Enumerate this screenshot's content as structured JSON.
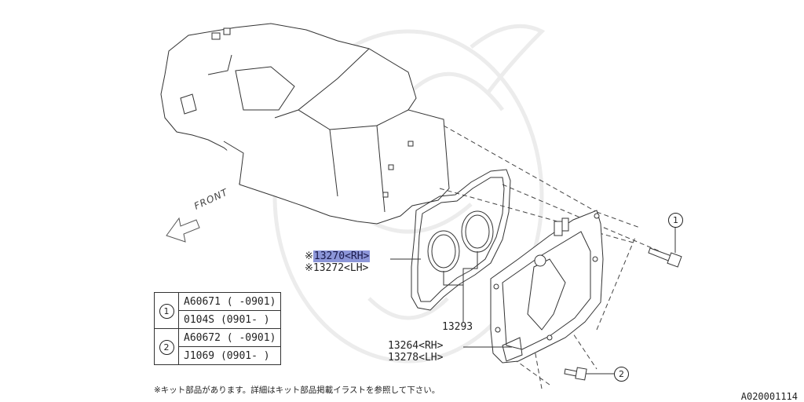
{
  "diagram": {
    "front_label": "FRONT",
    "callouts": {
      "gasket_rh": "13270<RH>",
      "gasket_lh": "13272<LH>",
      "gasket_mark": "※",
      "plug_gasket": "13293",
      "cover_rh": "13264<RH>",
      "cover_lh": "13278<LH>",
      "ref_1": "1",
      "ref_2": "2"
    },
    "parts_table": [
      {
        "ref": "1",
        "rows": [
          {
            "part": "A60671",
            "range": "( -0901)"
          },
          {
            "part": "0104S",
            "range": "(0901- )"
          }
        ]
      },
      {
        "ref": "2",
        "rows": [
          {
            "part": "A60672",
            "range": "( -0901)"
          },
          {
            "part": "J1069",
            "range": "(0901- )"
          }
        ]
      }
    ],
    "note": "※キット部品があります。詳細はキット部品掲載イラストを参照して下さい。",
    "doc_id": "A020001114"
  }
}
